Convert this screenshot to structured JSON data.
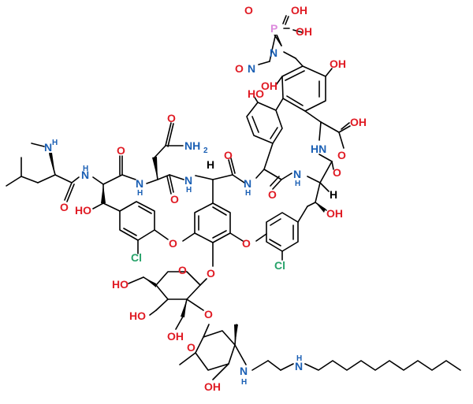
{
  "colors": {
    "carbon": "#000000",
    "oxygen": "#e01b24",
    "nitrogen": "#1a5fb4",
    "chlorine": "#26a269",
    "phosphorus": "#dc8add",
    "hydrogen": "#1a5fb4"
  },
  "labels": {
    "p": "P",
    "o": "O",
    "oh": "OH",
    "ho": "HO",
    "n": "N",
    "nh": "NH",
    "hn": "HN",
    "h": "H",
    "nh2": "NH",
    "sub2": "2",
    "cl": "Cl"
  }
}
